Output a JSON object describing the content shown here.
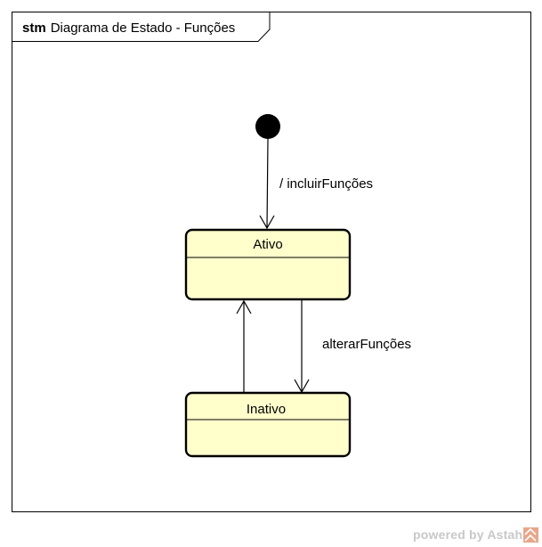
{
  "frame": {
    "keyword": "stm",
    "title": "Diagrama de Estado - Funções"
  },
  "states": [
    {
      "name": "Ativo"
    },
    {
      "name": "Inativo"
    }
  ],
  "transitions": [
    {
      "from": "initial",
      "to": "Ativo",
      "label": "/ incluirFunções"
    },
    {
      "from": "Ativo",
      "to": "Inativo",
      "label": "alterarFunções"
    },
    {
      "from": "Inativo",
      "to": "Ativo",
      "label": ""
    }
  ],
  "watermark": {
    "text": "powered by Astah"
  },
  "colors": {
    "state_fill": "#ffffcc",
    "stroke": "#000000",
    "watermark": "#c8c8c8"
  }
}
